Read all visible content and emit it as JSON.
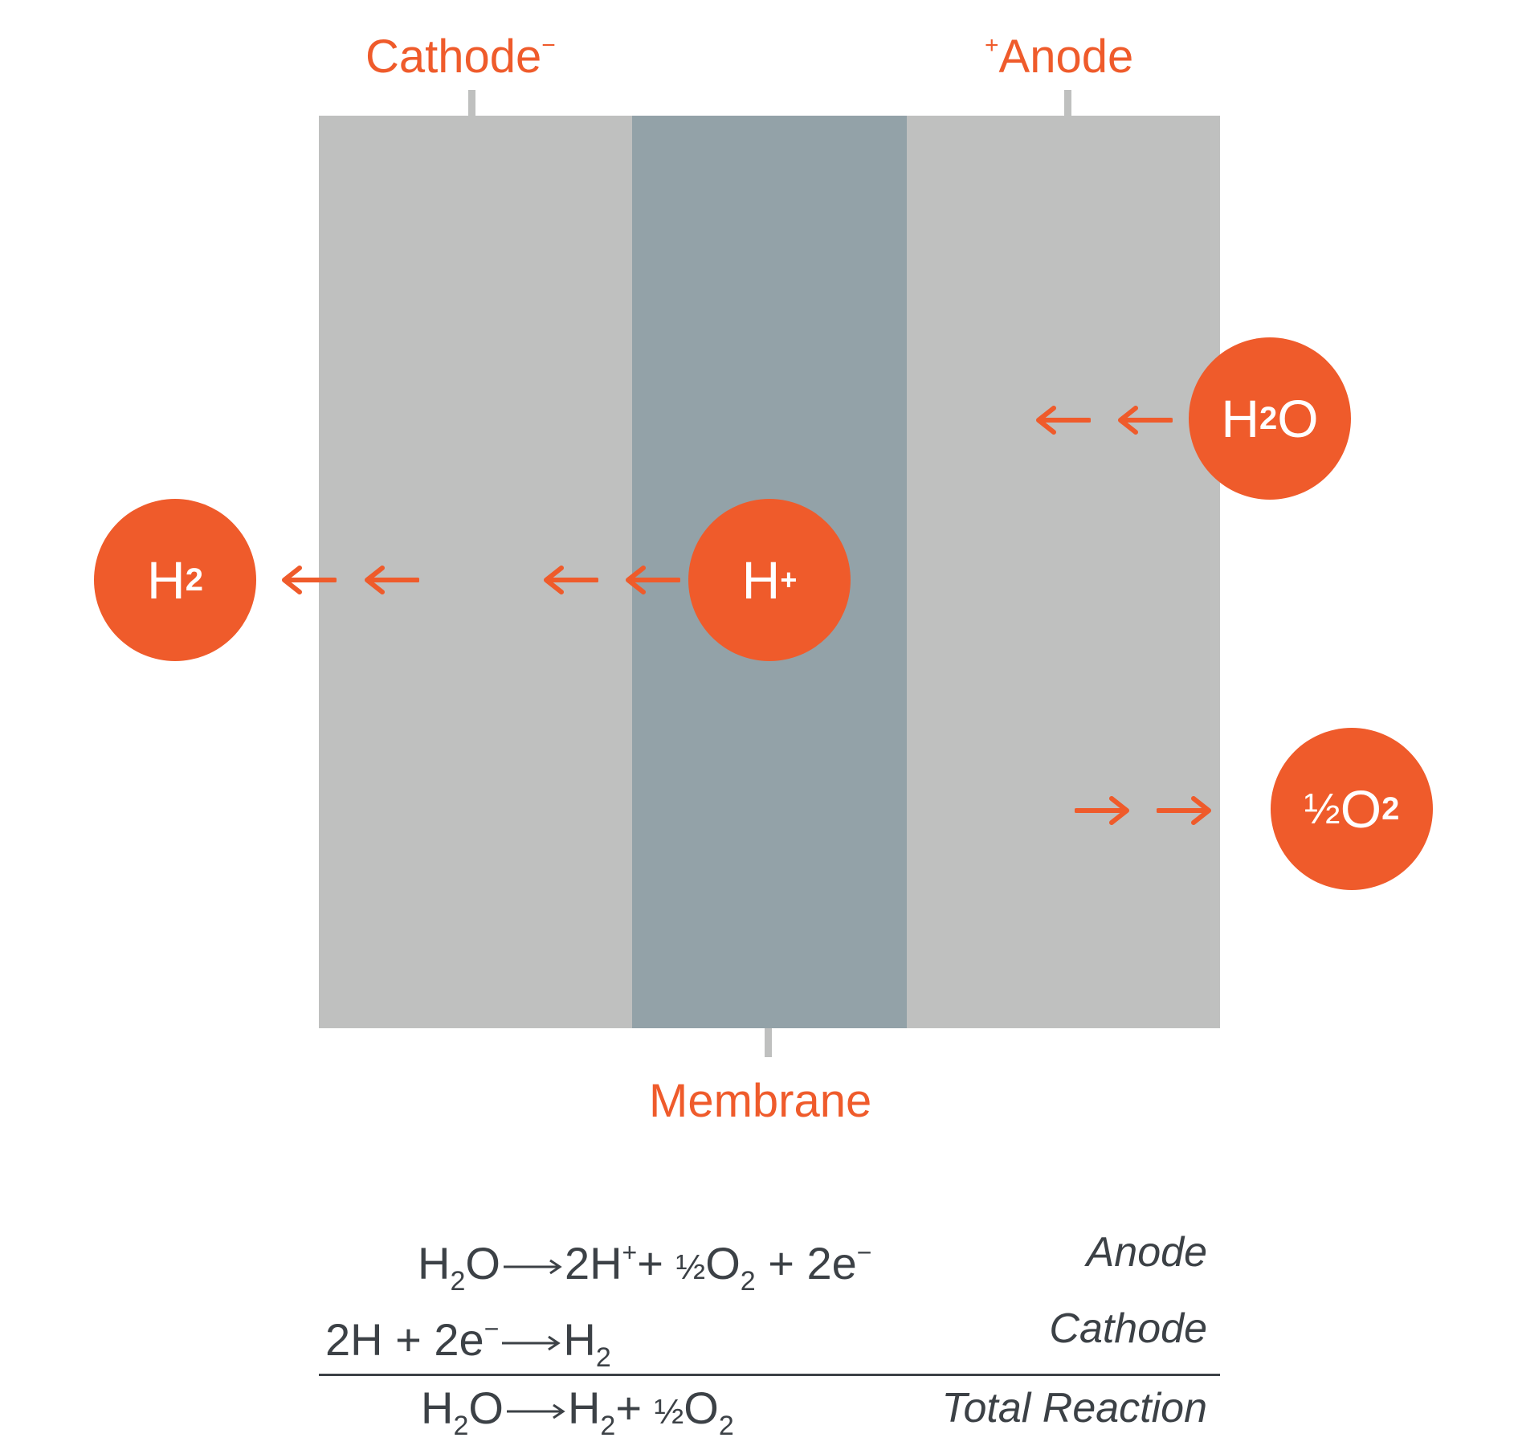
{
  "labels": {
    "cathode": "Cathode",
    "cathode_sign": "−",
    "anode": "Anode",
    "anode_sign": "+",
    "membrane": "Membrane"
  },
  "molecules": {
    "h2o": {
      "main": "H",
      "sub": "2",
      "tail": "O"
    },
    "h_plus": {
      "main": "H",
      "sup": "+"
    },
    "h2": {
      "main": "H",
      "sub": "2"
    },
    "half_o2": {
      "frac": "½",
      "main": "O",
      "sub": "2"
    }
  },
  "equations": {
    "anode": {
      "text1": "H",
      "sub1": "2",
      "text2": "O",
      "text3": "2H",
      "sup3": "+",
      "text4": "+ ",
      "frac4": "½",
      "text5": "O",
      "sub5": "2",
      "text6": " + 2e",
      "sup6": "−",
      "label": "Anode"
    },
    "cathode": {
      "text1": "2H + 2e",
      "sup1": "−",
      "text2": "H",
      "sub2": "2",
      "label": "Cathode"
    },
    "total": {
      "text1": "H",
      "sub1": "2",
      "text2": "O",
      "text3": "H",
      "sub3": "2",
      "text4": "+ ",
      "frac4": "½",
      "text5": "O",
      "sub5": "2",
      "label": "Total Reaction"
    }
  },
  "colors": {
    "accent": "#ef5b2b",
    "electrode": "#bfc0bf",
    "membrane": "#93a2a8",
    "text": "#3c4146"
  }
}
